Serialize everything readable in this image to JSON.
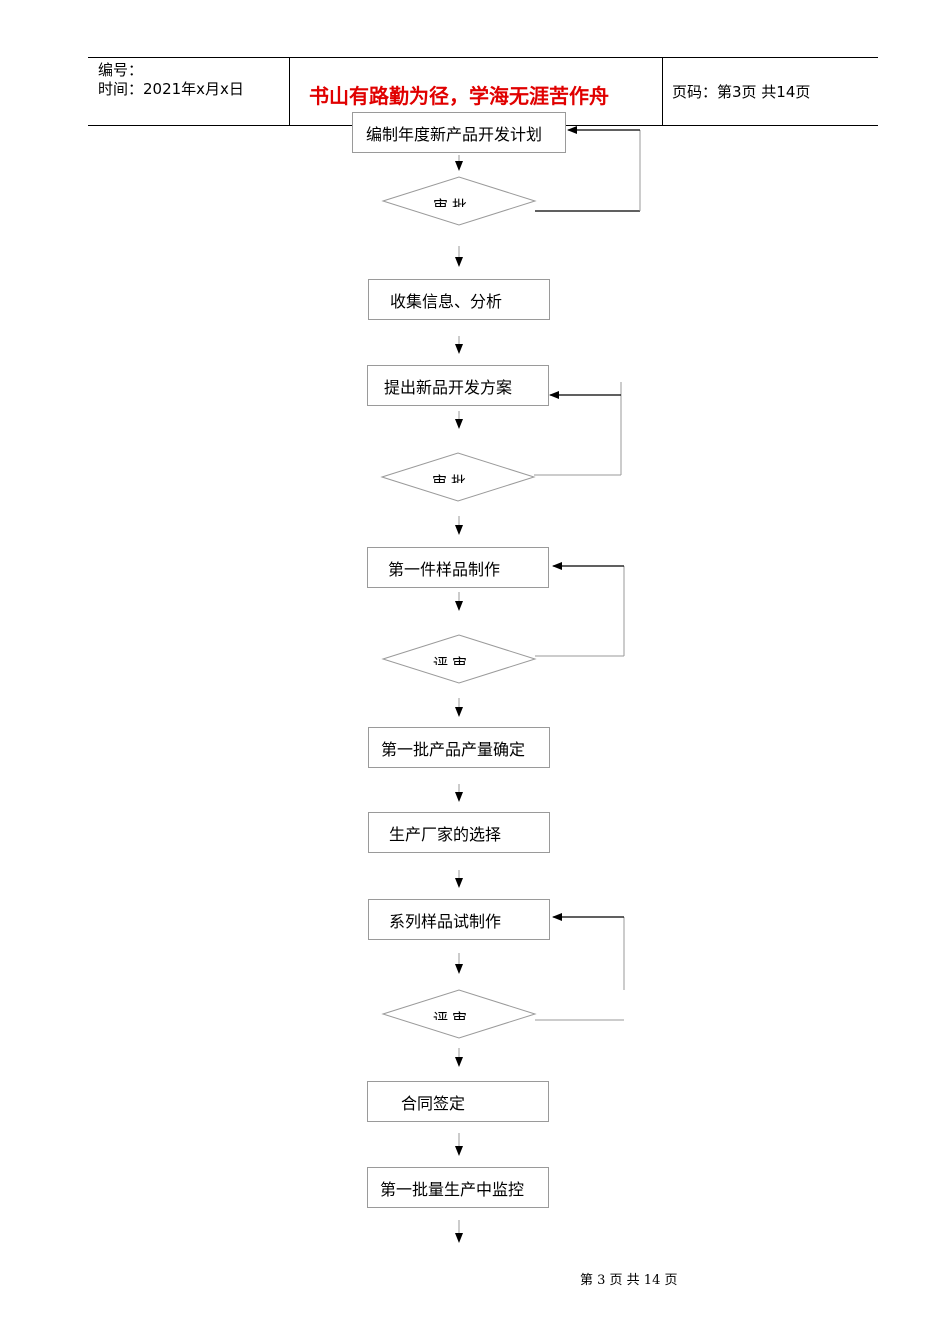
{
  "header": {
    "number_label": "编号：",
    "time_label": "时间：2021年x月x日",
    "motto": "书山有路勤为径，学海无涯苦作舟",
    "page_info": "页码：第3页  共14页"
  },
  "flow": {
    "step1": "编制年度新产品开发计划",
    "decision1": "审批",
    "step2": "收集信息、分析",
    "step3": "提出新品开发方案",
    "decision2": "审批",
    "step4": "第一件样品制作",
    "decision3": "评审",
    "step5": "第一批产品产量确定",
    "step6": "生产厂家的选择",
    "step7": "系列样品试制作",
    "decision4": "评审",
    "step8": "合同签定",
    "step9": "第一批量生产中监控"
  },
  "footer": {
    "page_text": "第 3 页 共 14 页"
  }
}
